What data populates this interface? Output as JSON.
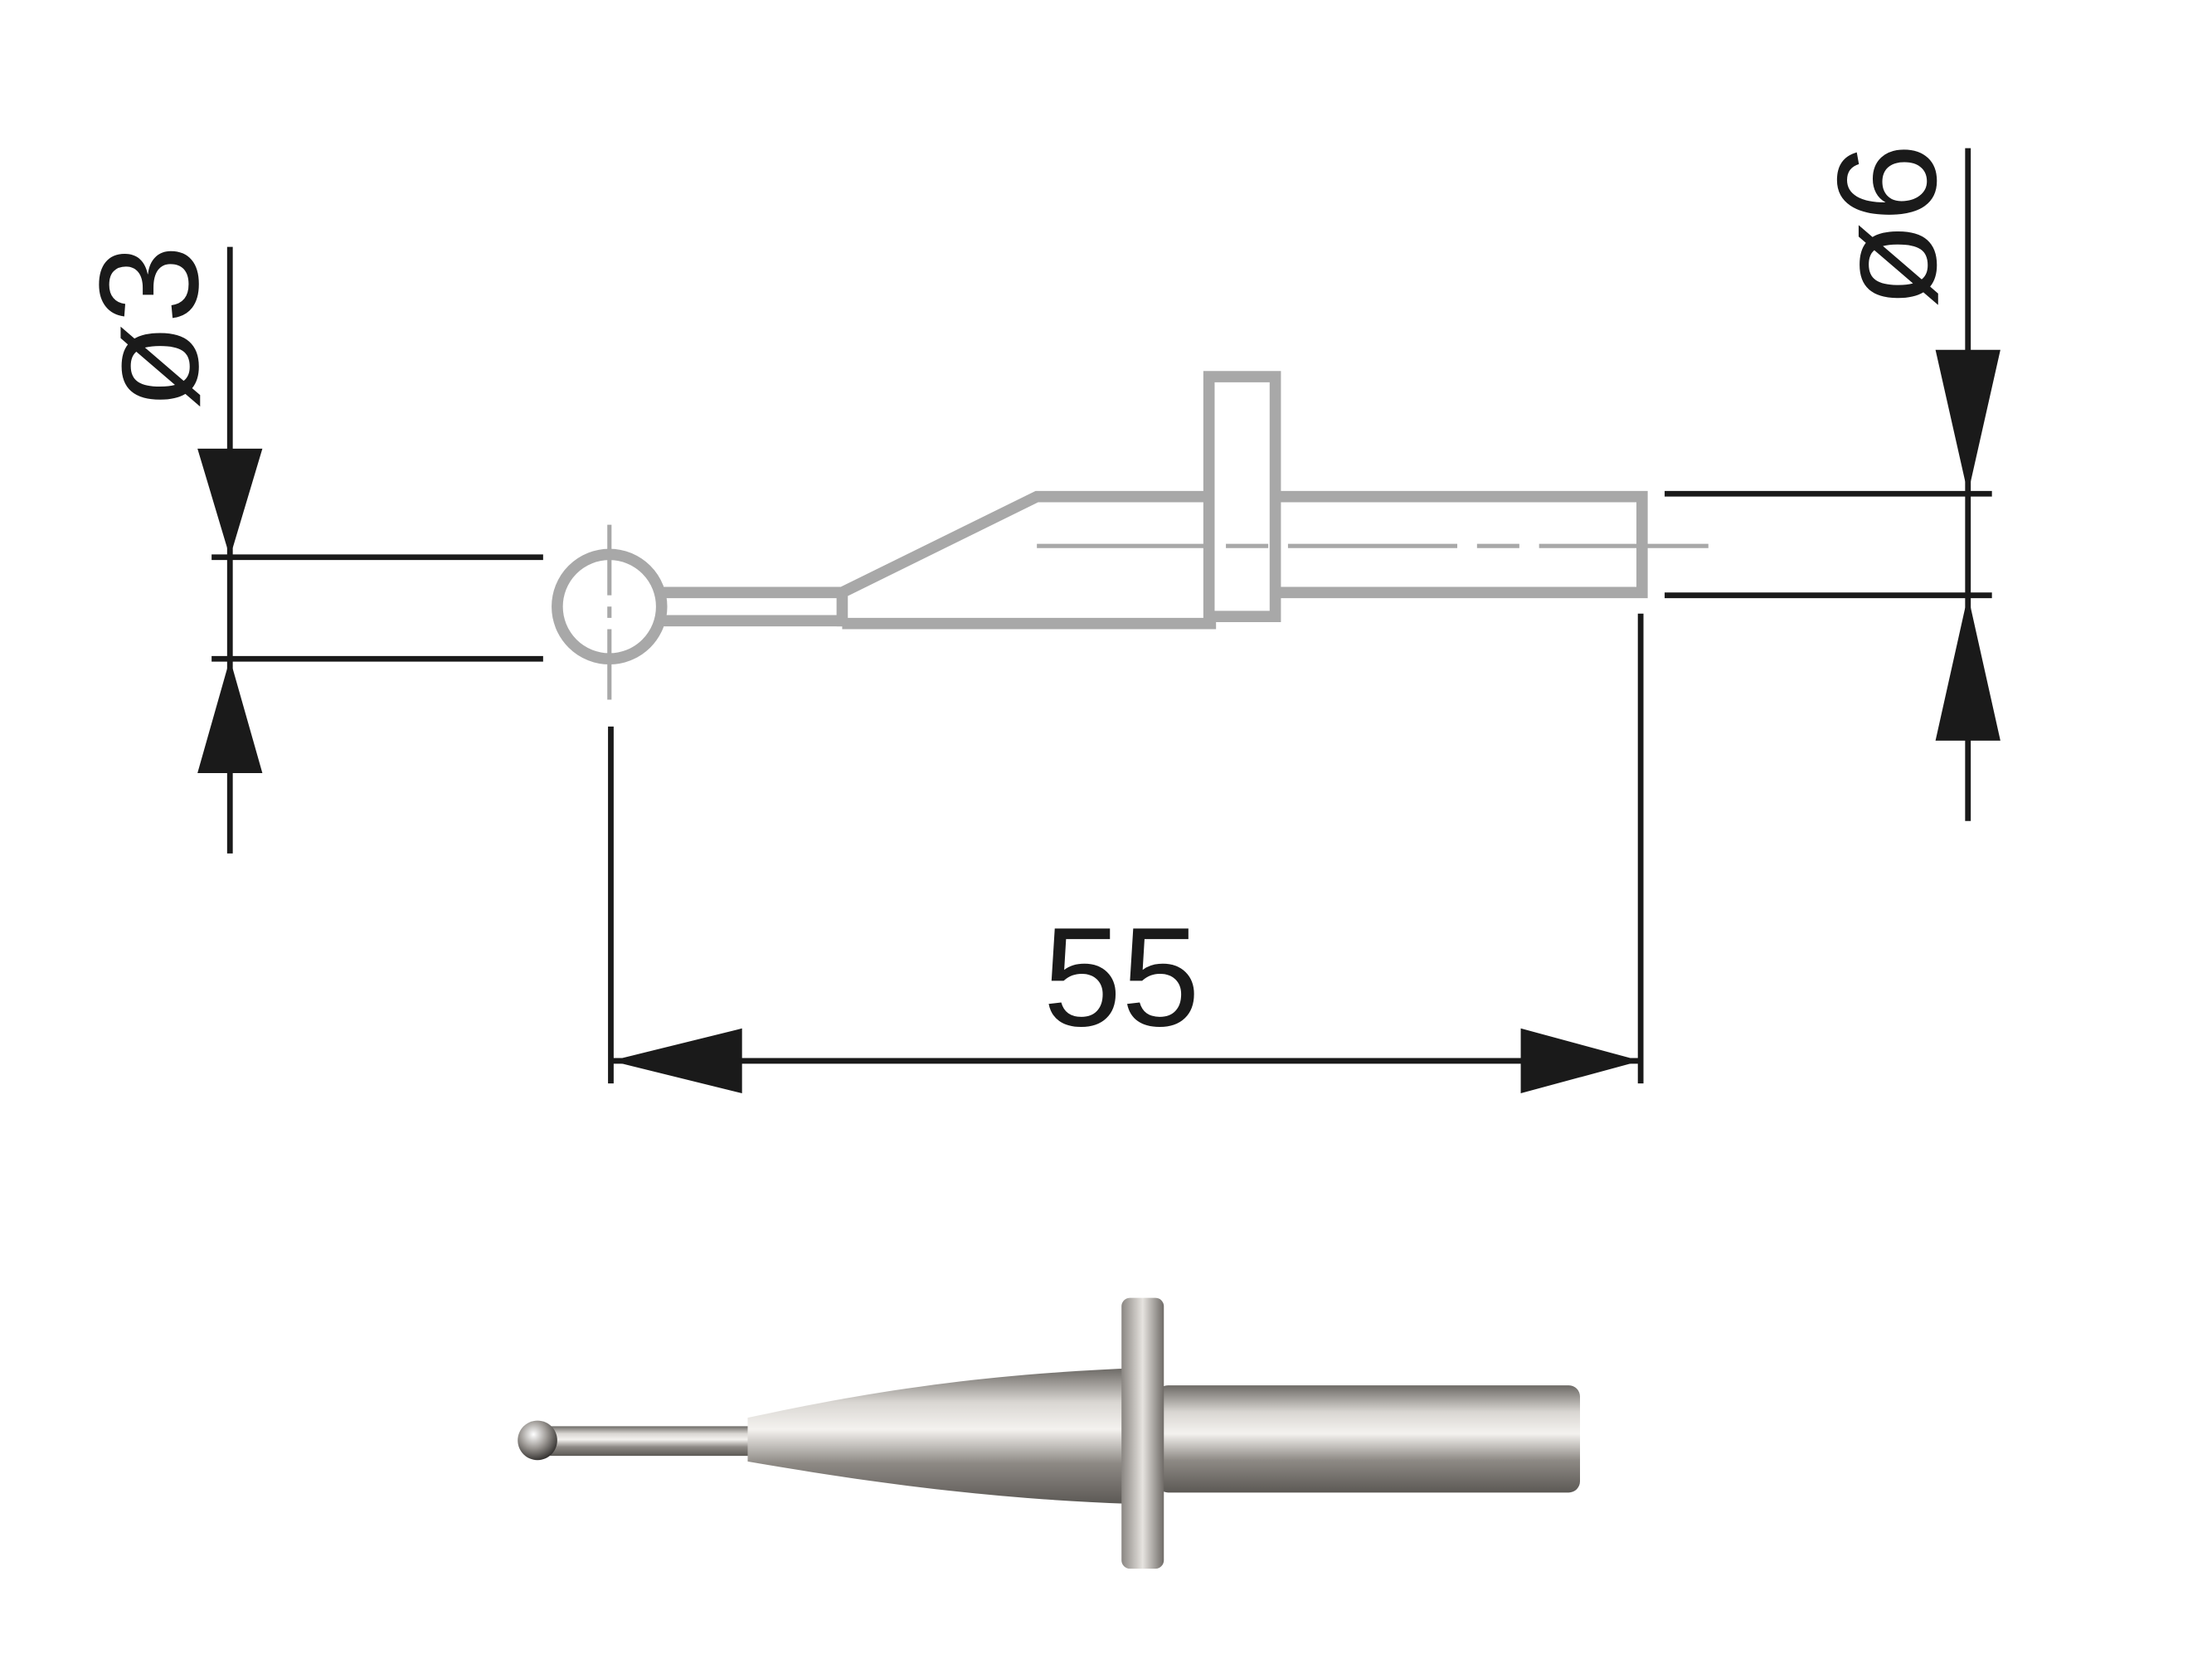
{
  "drawing": {
    "dimensions": {
      "ball_diameter": "ø3",
      "shank_diameter": "ø6",
      "length": "55"
    },
    "colors": {
      "dimension_lines": "#1a1a1a",
      "part_outline": "#a8a8a8",
      "background": "#ffffff"
    }
  }
}
